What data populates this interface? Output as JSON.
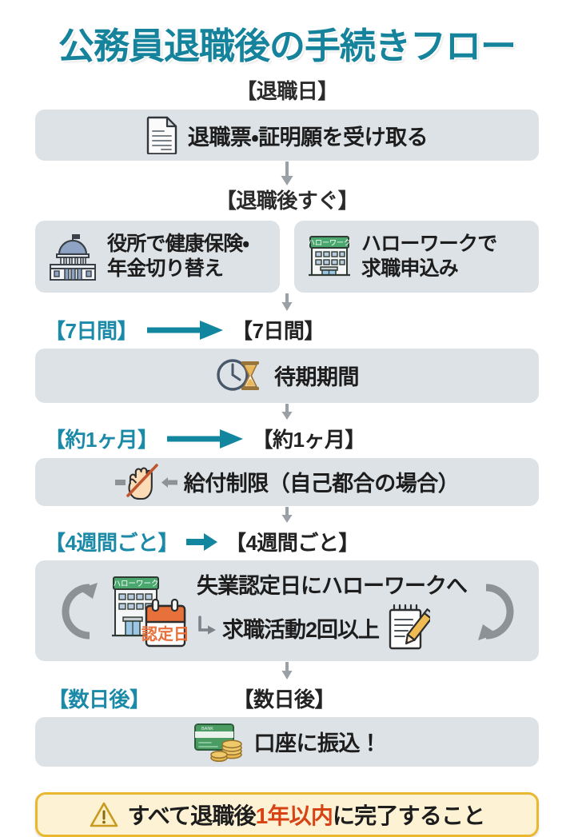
{
  "title": "公務員退職後の手続きフロー",
  "colors": {
    "title_teal": "#16839c",
    "label_teal": "#1a8aa8",
    "box_gray": "#dde2e6",
    "warn_bg": "#fdf3d4",
    "warn_border": "#e9b730",
    "warn_accent": "#d84315",
    "arrow_teal": "#13869f",
    "arrow_gray": "#8d9296"
  },
  "steps": [
    {
      "center_label": "【退職日】",
      "left_label": "",
      "box_text": "退職票・証明願を受け取る",
      "icon": "document-icon"
    },
    {
      "center_label": "【退職後すぐ】",
      "left_label": "",
      "columns": [
        {
          "line1": "役所で健康保険・",
          "line2": "年金切り替え",
          "icon": "government-building-icon"
        },
        {
          "line1": "ハローワークで",
          "line2": "求職申込み",
          "icon": "hellowork-building-icon"
        }
      ]
    },
    {
      "center_label": "【7日間】",
      "left_label": "【7日間】",
      "box_text": "待期期間",
      "icon": "clock-hourglass-icon"
    },
    {
      "center_label": "【約1ヶ月】",
      "left_label": "【約1ヶ月】",
      "box_text": "給付制限（自己都合の場合）",
      "icon": "stop-hand-icon"
    },
    {
      "center_label": "【4週間ごと】",
      "left_label": "【4週間ごと】",
      "loop_line1": "失業認定日にハローワークへ",
      "loop_line2": "求職活動2回以上",
      "icon_left": "hellowork-calendar-icon",
      "icon_right": "notepad-pencil-icon",
      "calendar_text": "認定日",
      "sign_text": "ハローワーク"
    },
    {
      "center_label": "【数日後】",
      "left_label": "【数日後】",
      "box_text": "口座に振込！",
      "icon": "bank-card-coins-icon"
    }
  ],
  "warning": {
    "icon": "warning-triangle-icon",
    "prefix": "すべて退職後",
    "accent": "1年以内",
    "suffix": "に完了すること"
  }
}
